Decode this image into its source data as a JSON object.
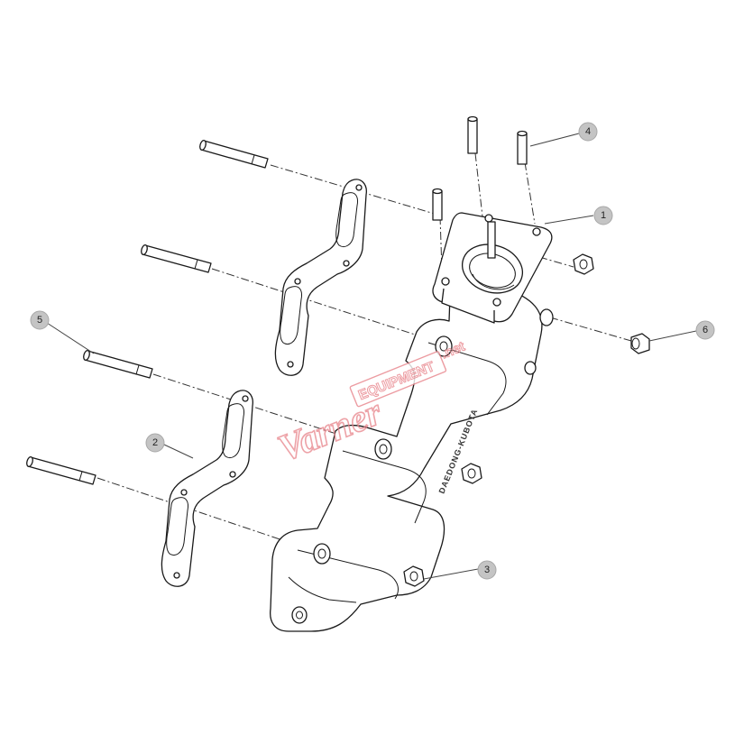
{
  "diagram": {
    "callouts": [
      {
        "number": "1",
        "part": "exhaust-manifold"
      },
      {
        "number": "2",
        "part": "gasket"
      },
      {
        "number": "3",
        "part": "nut"
      },
      {
        "number": "4",
        "part": "stud"
      },
      {
        "number": "5",
        "part": "stud"
      },
      {
        "number": "6",
        "part": "nut"
      }
    ],
    "casting_text": "DAEDONG-KUBOTA",
    "watermark": {
      "script": "Varner",
      "box": "EQUIPMENT",
      "suffix": ".net"
    },
    "colors": {
      "lines": "#1a1a1a",
      "callout_fill": "#c4c4c4",
      "watermark": "#e8838a"
    }
  }
}
